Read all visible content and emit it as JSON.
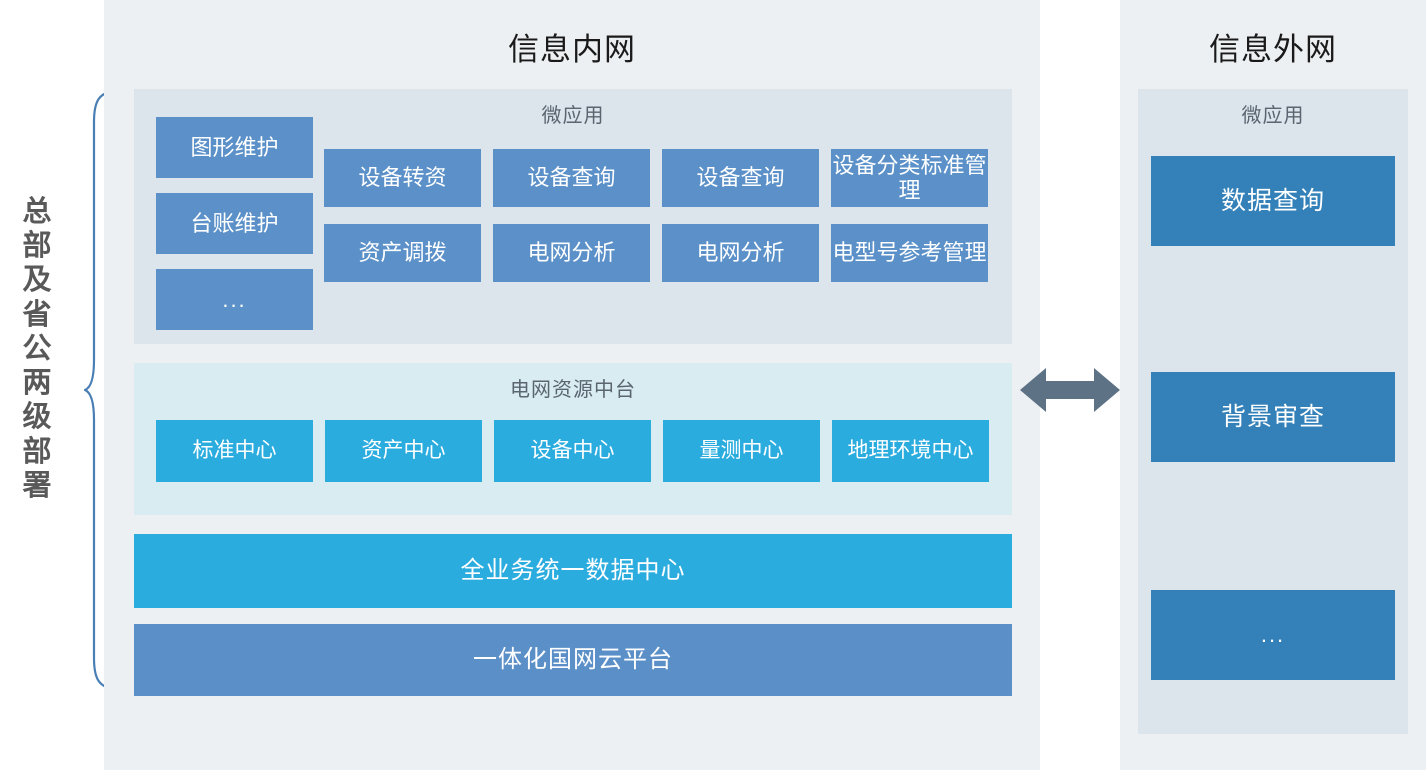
{
  "diagram": {
    "deployment_label": "总部及省公两级部署",
    "brace_icon": "curly-brace-icon",
    "connector_icon": "double-arrow-icon",
    "colors": {
      "panel_bg": "#ECF0F2",
      "microapp_panel_bg": "#DCE4EC",
      "midplatform_panel_bg": "#D9ECF2",
      "app_box": "#5B91C8",
      "center_box": "#2BACDF",
      "data_center_bar": "#2BACDF",
      "cloud_platform_bar": "#5B8FC8",
      "outer_box": "#3381B8",
      "arrow": "#5E7286",
      "brace": "#4A7FB5"
    }
  },
  "inner_network": {
    "title": "信息内网",
    "microapp": {
      "title": "微应用",
      "left_column": [
        {
          "label": "图形维护"
        },
        {
          "label": "台账维护"
        },
        {
          "label": "..."
        }
      ],
      "grid_rows": [
        [
          {
            "label": "设备转资"
          },
          {
            "label": "设备查询"
          },
          {
            "label": "设备查询"
          },
          {
            "label": "设备分类标准管理"
          }
        ],
        [
          {
            "label": "资产调拨"
          },
          {
            "label": "电网分析"
          },
          {
            "label": "电网分析"
          },
          {
            "label": "电型号参考管理"
          }
        ]
      ]
    },
    "mid_platform": {
      "title": "电网资源中台",
      "centers": [
        {
          "label": "标准中心"
        },
        {
          "label": "资产中心"
        },
        {
          "label": "设备中心"
        },
        {
          "label": "量测中心"
        },
        {
          "label": "地理环境中心"
        }
      ]
    },
    "foundation_bars": [
      {
        "label": "全业务统一数据中心"
      },
      {
        "label": "一体化国网云平台"
      }
    ]
  },
  "outer_network": {
    "title": "信息外网",
    "microapp": {
      "title": "微应用",
      "items": [
        {
          "label": "数据查询"
        },
        {
          "label": "背景审查"
        },
        {
          "label": "..."
        }
      ]
    }
  }
}
